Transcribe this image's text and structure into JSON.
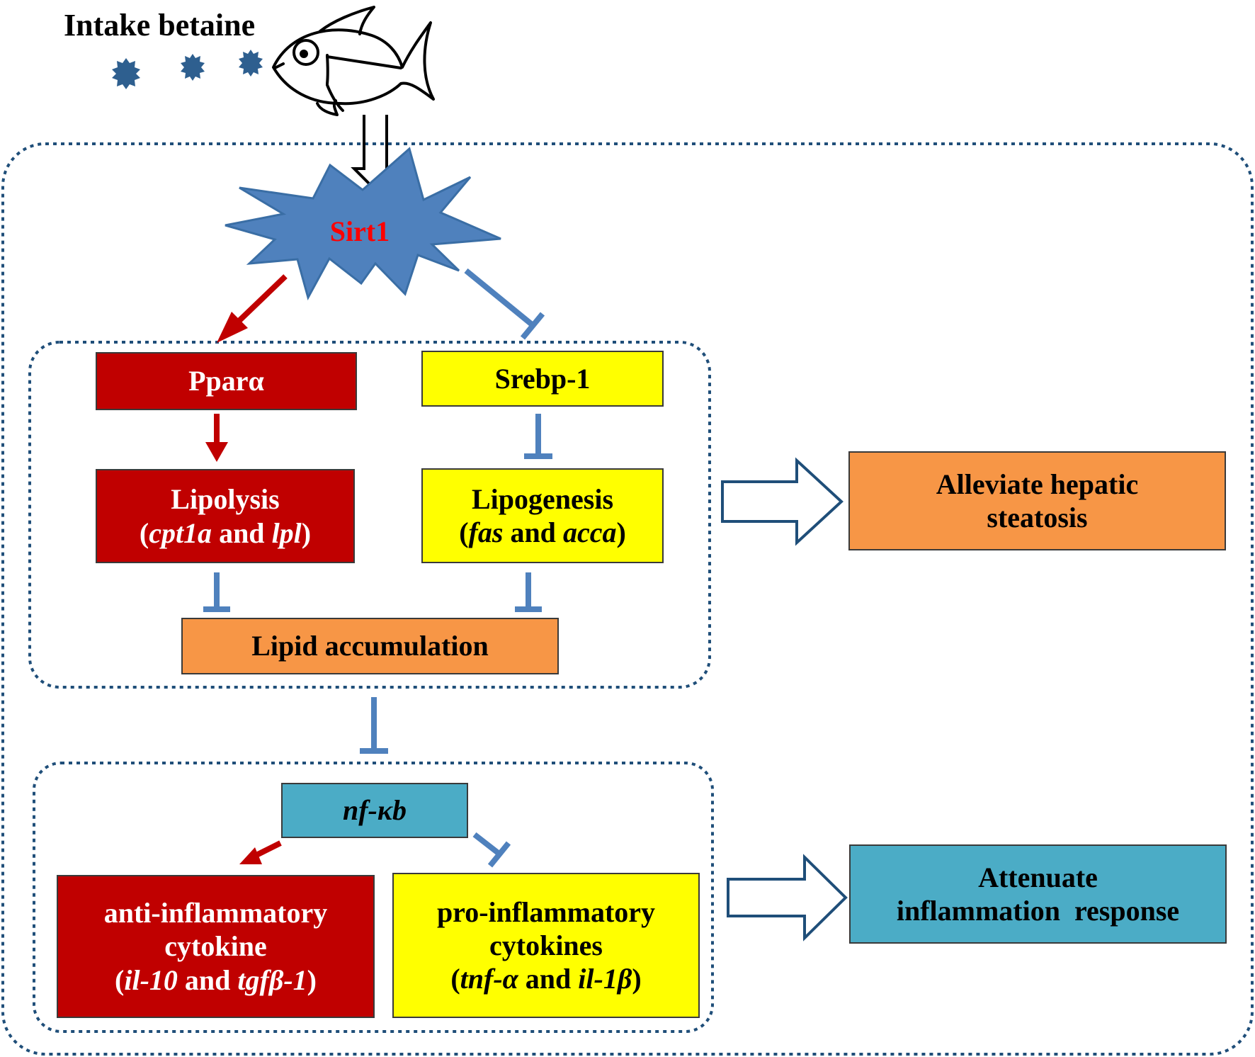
{
  "intake_label": "Intake betaine",
  "sirt1": "Sirt1",
  "ppara": "Pparα",
  "srebp1": "Srebp-1",
  "lipolysis": {
    "title": "Lipolysis",
    "open": "(",
    "gene1": "cpt1a",
    "and": "and",
    "gene2": "lpl",
    "close": ")"
  },
  "lipogenesis": {
    "title": "Lipogenesis",
    "open": "(",
    "gene1": "fas",
    "and": "and",
    "gene2": "acca",
    "close": ")"
  },
  "lipid_accumulation": "Lipid accumulation",
  "outcome1": {
    "line1": "Alleviate hepatic",
    "line2": "steatosis"
  },
  "nfkb": "nf-κb",
  "anti": {
    "line1": "anti-inflammatory",
    "line2": "cytokine",
    "open": "(",
    "gene1": "il-10",
    "and": "and",
    "gene2": "tgfβ-1",
    "close": ")"
  },
  "pro": {
    "line1": "pro-inflammatory",
    "line2": "cytokines",
    "open": "(",
    "gene1": "tnf-α",
    "and": "and",
    "gene2": "il-1β",
    "close": ")"
  },
  "outcome2": {
    "line1": "Attenuate",
    "line2": "inflammation  response"
  },
  "colors": {
    "activate": "#c00000",
    "inhibit": "#4f81bd",
    "sirt1_fill": "#4f81bd",
    "sirt1_text": "#ff0000",
    "dots": "#1f4e79"
  }
}
